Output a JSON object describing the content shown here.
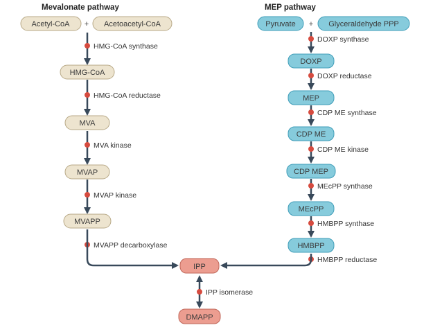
{
  "colors": {
    "mva_fill": "#ede4cf",
    "mva_stroke": "#b8a987",
    "mep_fill": "#86cbdc",
    "mep_stroke": "#3f9db8",
    "ipp_fill": "#ec9d90",
    "ipp_stroke": "#c0675a",
    "arrow": "#38495a",
    "enzyme_dot": "#d64b3f"
  },
  "mevalonate": {
    "title": "Mevalonate pathway",
    "substrate_a": "Acetyl-CoA",
    "plus": "+",
    "substrate_b": "Acetoacetyl-CoA",
    "nodes": [
      "HMG-CoA",
      "MVA",
      "MVAP",
      "MVAPP"
    ],
    "enzymes": [
      "HMG-CoA synthase",
      "HMG-CoA reductase",
      "MVA kinase",
      "MVAP kinase",
      "MVAPP decarboxylase"
    ]
  },
  "mep": {
    "title": "MEP pathway",
    "substrate_a": "Pyruvate",
    "plus": "+",
    "substrate_b": "Glyceraldehyde PPP",
    "nodes": [
      "DOXP",
      "MEP",
      "CDP ME",
      "CDP MEP",
      "MEcPP",
      "HMBPP"
    ],
    "enzymes": [
      "DOXP synthase",
      "DOXP reductase",
      "CDP ME synthase",
      "CDP ME kinase",
      "MEcPP synthase",
      "HMBPP synthase",
      "HMBPP reductase"
    ]
  },
  "common": {
    "ipp": "IPP",
    "enzyme": "IPP isomerase",
    "dmapp": "DMAPP"
  }
}
